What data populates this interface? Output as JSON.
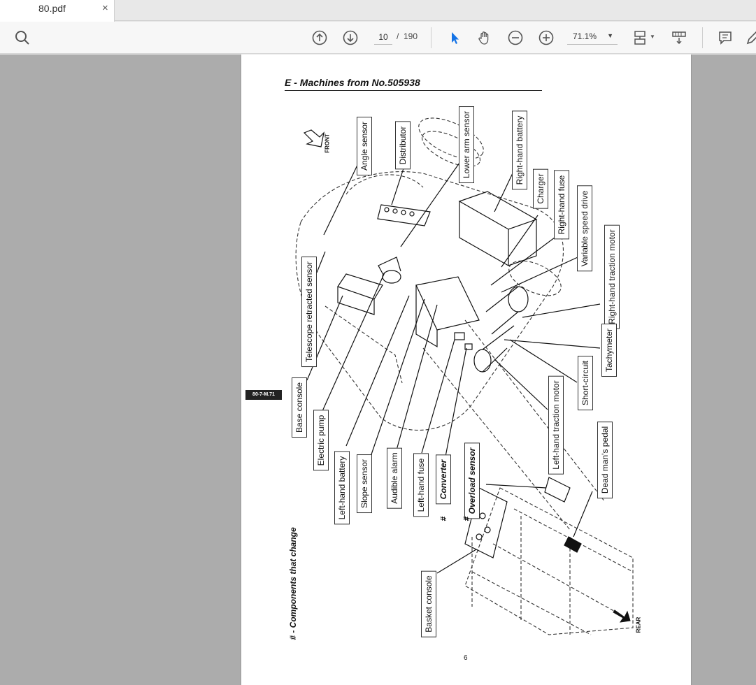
{
  "tab": {
    "title": "80.pdf",
    "close": "×"
  },
  "toolbar": {
    "icons": [
      "search-icon",
      "page-up-icon",
      "page-down-icon",
      "select-pointer-icon",
      "hand-tool-icon",
      "zoom-out-icon",
      "zoom-in-icon",
      "fit-page-icon",
      "scroll-mode-icon",
      "comment-icon"
    ],
    "current_page": "10",
    "separator": "/",
    "total_pages": "190",
    "zoom": "71.1%",
    "zoom_caret": "▼",
    "accent": "#1473e6"
  },
  "document": {
    "title": "E - Machines from No.505938",
    "side_tag": "80-7-M.71",
    "footnote": "# - Components that change",
    "page_number": "6",
    "front_label": "FRONT",
    "rear_label": "REAR",
    "labels": {
      "angle_sensor": "Angle sensor",
      "distributor": "Distributor",
      "lower_arm_sensor": "Lower arm sensor",
      "right_hand_battery": "Right-hand battery",
      "charger": "Charger",
      "right_hand_fuse": "Right-hand fuse",
      "variable_speed_drive": "Variable speed drive",
      "right_hand_traction_motor": "Right-hand traction motor",
      "tachymeter": "Tachymeter",
      "short_circuit": "Short-circuit",
      "left_hand_traction_motor": "Left-hand traction motor",
      "dead_mans_pedal": "Dead man's pedal",
      "telescope_retracted_sensor": "Telescope retracted sensor",
      "base_console": "Base console",
      "electric_pump": "Electric pump",
      "left_hand_battery": "Left-hand battery",
      "slope_sensor": "Slope sensor",
      "audible_alarm": "Audible alarm",
      "left_hand_fuse": "Left-hand fuse",
      "converter": "Converter",
      "overload_sensor": "Overload sensor",
      "basket_console": "Basket console",
      "changed_marker": "#"
    }
  }
}
